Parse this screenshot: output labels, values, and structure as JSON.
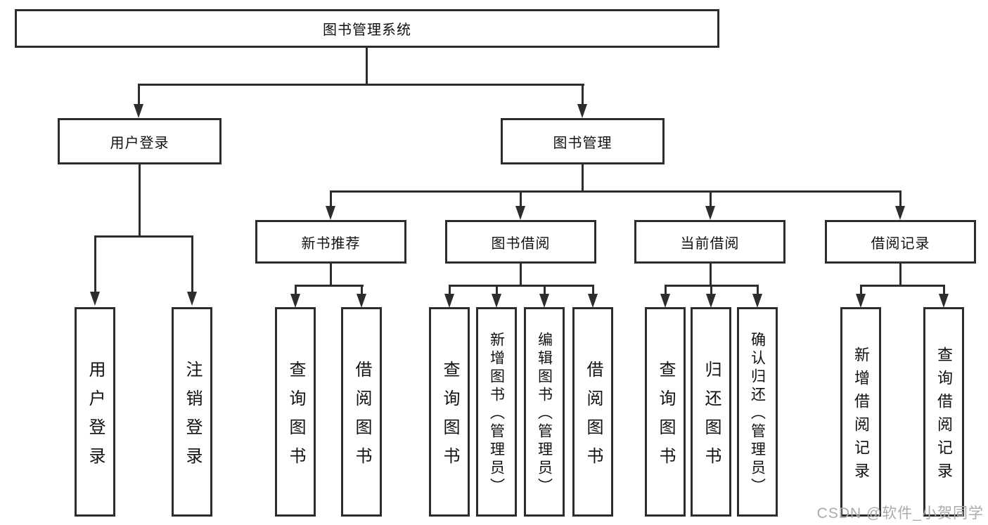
{
  "nodes": {
    "root": "图书管理系统",
    "l2_user_login": "用户登录",
    "l2_book_mgmt": "图书管理",
    "l3_new_book": "新书推荐",
    "l3_book_borrow": "图书借阅",
    "l3_current_borrow": "当前借阅",
    "l3_borrow_records": "借阅记录",
    "leaf_user_login": "用户登录",
    "leaf_logout": "注销登录",
    "leaf_nb_query": "查询图书",
    "leaf_nb_borrow": "借阅图书",
    "leaf_bb_query": "查询图书",
    "leaf_bb_add": "新增图书（管理员）",
    "leaf_bb_edit": "编辑图书（管理员）",
    "leaf_bb_borrow": "借阅图书",
    "leaf_cb_query": "查询图书",
    "leaf_cb_return": "归还图书",
    "leaf_cb_confirm": "确认归还（管理员）",
    "leaf_br_add": "新增借阅记录",
    "leaf_br_query": "查询借阅记录"
  },
  "hierarchy": {
    "图书管理系统": {
      "用户登录": [
        "用户登录",
        "注销登录"
      ],
      "图书管理": {
        "新书推荐": [
          "查询图书",
          "借阅图书"
        ],
        "图书借阅": [
          "查询图书",
          "新增图书（管理员）",
          "编辑图书（管理员）",
          "借阅图书"
        ],
        "当前借阅": [
          "查询图书",
          "归还图书",
          "确认归还（管理员）"
        ],
        "借阅记录": [
          "新增借阅记录",
          "查询借阅记录"
        ]
      }
    }
  },
  "watermark": "CSDN @软件_小贺同学",
  "colors": {
    "line": "#2d2d2d",
    "text": "#111111",
    "background": "#ffffff",
    "watermark": "#ababab"
  }
}
